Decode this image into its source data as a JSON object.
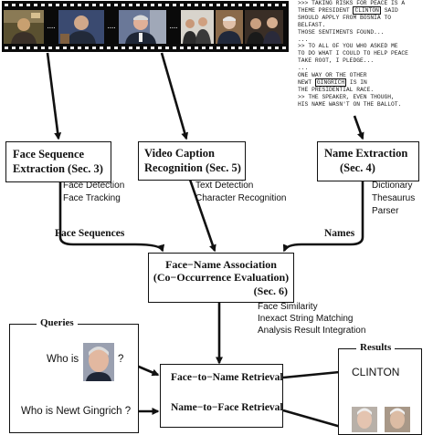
{
  "colors": {
    "ink": "#111111",
    "film": "#0a0a0a",
    "background": "#ffffff"
  },
  "video_strip": {
    "separator_glyph": "....",
    "frames": [
      "news-anchor-frame",
      "speaker-frame",
      "clinton-frame",
      "group-frame",
      "gingrich-frame"
    ]
  },
  "caption_transcript": {
    "lines": [
      ">>> TAKING RISKS FOR PEACE IS A",
      "THEME PRESIDENT",
      "SAID",
      "SHOULD APPLY FROM BOSNIA TO",
      "BELFAST.",
      "THOSE SENTIMENTS FOUND...",
      "...",
      ">> TO ALL OF YOU WHO ASKED ME",
      "TO DO WHAT I COULD TO HELP PEACE",
      "TAKE ROOT, I PLEDGE...",
      "...",
      "ONE WAY OR THE OTHER",
      "NEWT",
      "IS IN",
      "THE PRESIDENTIAL RACE.",
      ">> THE SPEAKER, EVEN THOUGH,",
      "HIS NAME WASN'T ON THE BALLOT."
    ],
    "highlight_1": "CLINTON",
    "highlight_2": "GINGRICH"
  },
  "modules": {
    "face_sequence": {
      "title_line1": "Face Sequence",
      "title_line2": "Extraction (Sec. 3)",
      "details": [
        "Face Detection",
        "Face Tracking"
      ]
    },
    "video_caption": {
      "title_line1": "Video Caption",
      "title_line2": "Recognition (Sec. 5)",
      "details": [
        "Text Detection",
        "Character Recognition"
      ]
    },
    "name_extraction": {
      "title_line1": "Name Extraction",
      "title_line2": "(Sec. 4)",
      "details": [
        "Dictionary",
        "Thesaurus",
        "Parser"
      ]
    },
    "association": {
      "title_line1": "Face−Name Association",
      "title_line2": "(Co−Occurrence Evaluation)",
      "title_line3": "(Sec. 6)",
      "details": [
        "Face Similarity",
        "Inexact String Matching",
        "Analysis Result Integration"
      ]
    },
    "face_to_name": {
      "title": "Face−to−Name Retrieval"
    },
    "name_to_face": {
      "title": "Name−to−Face Retrieval"
    }
  },
  "flow_labels": {
    "face_sequences": "Face Sequences",
    "names": "Names"
  },
  "queries": {
    "title": "Queries",
    "q1_prefix": "Who is",
    "q1_suffix": "?",
    "q2": "Who is Newt Gingrich ?"
  },
  "results": {
    "title": "Results",
    "name_result": "CLINTON"
  }
}
